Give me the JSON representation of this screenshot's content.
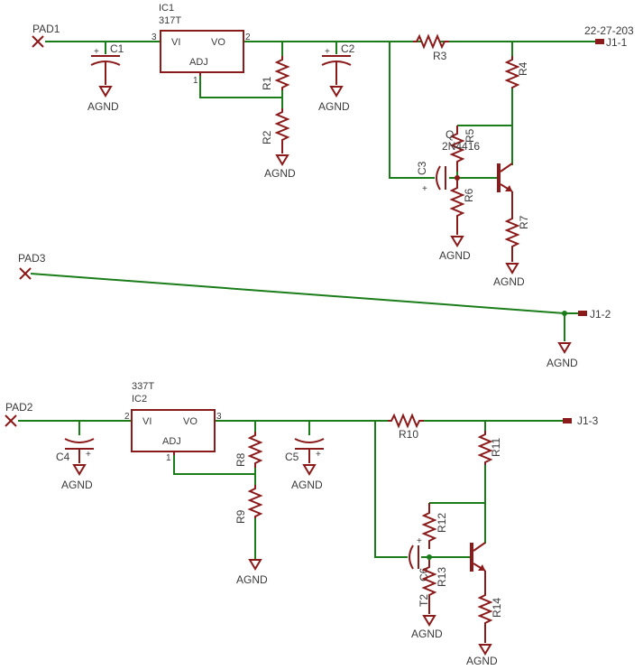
{
  "pads": {
    "pad1": "PAD1",
    "pad2": "PAD2",
    "pad3": "PAD3"
  },
  "regulators": {
    "ic1": {
      "ref": "IC1",
      "value": "317T",
      "vi": "VI",
      "vo": "VO",
      "adj": "ADJ",
      "pin_in": "3",
      "pin_out": "2",
      "pin_adj": "1"
    },
    "ic2": {
      "ref": "IC2",
      "value": "337T",
      "vi": "VI",
      "vo": "VO",
      "adj": "ADJ",
      "pin_in": "2",
      "pin_out": "3",
      "pin_adj": "1"
    }
  },
  "capacitors": {
    "c1": "C1",
    "c2": "C2",
    "c3": "C3",
    "c4": "C4",
    "c5": "C5",
    "c6": "C6"
  },
  "resistors": {
    "r1": "R1",
    "r2": "R2",
    "r3": "R3",
    "r4": "R4",
    "r5": "R5",
    "r6": "R6",
    "r7": "R7",
    "r8": "R8",
    "r9": "R9",
    "r10": "R10",
    "r11": "R11",
    "r12": "R12",
    "r13": "R13",
    "r14": "R14"
  },
  "transistors": {
    "t1_ref": "Q",
    "t1_value": "2N4416",
    "t2_ref": "T2"
  },
  "ground": "AGND",
  "connectors": {
    "header": "22-27-203",
    "j1_1": "J1-1",
    "j1_2": "J1-2",
    "j1_3": "J1-3"
  }
}
